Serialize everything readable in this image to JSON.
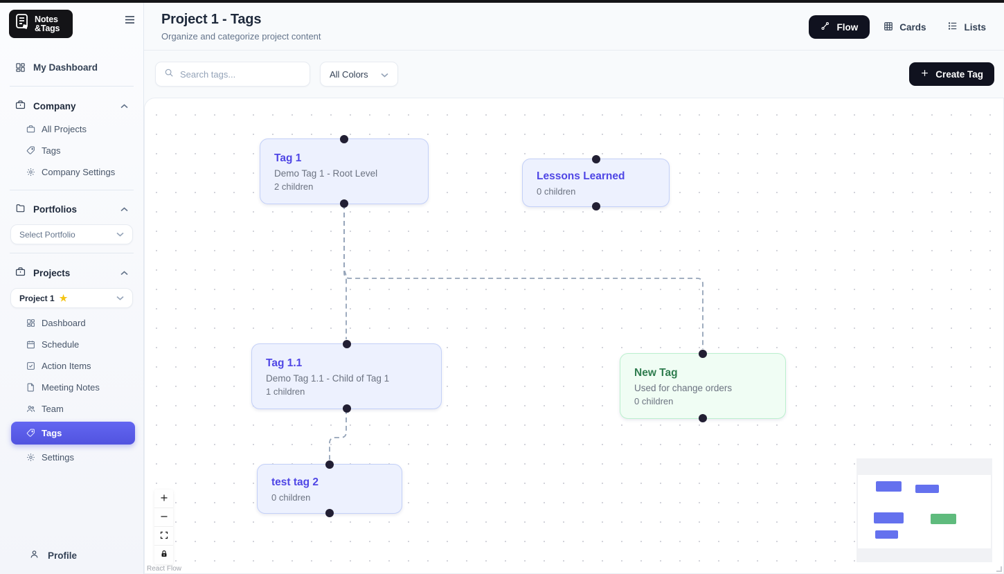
{
  "app": {
    "logo_line1": "Notes",
    "logo_line2": "&Tags"
  },
  "sidebar": {
    "dashboard_label": "My Dashboard",
    "company": {
      "label": "Company",
      "items": [
        "All Projects",
        "Tags",
        "Company Settings"
      ]
    },
    "portfolios": {
      "label": "Portfolios",
      "select_placeholder": "Select Portfolio"
    },
    "projects": {
      "label": "Projects",
      "selected_project": "Project 1",
      "items": [
        "Dashboard",
        "Schedule",
        "Action Items",
        "Meeting Notes",
        "Team",
        "Tags",
        "Settings"
      ],
      "active_item": "Tags"
    },
    "profile_label": "Profile"
  },
  "header": {
    "title": "Project 1 - Tags",
    "subtitle": "Organize and categorize project content",
    "views": [
      {
        "label": "Flow",
        "active": true
      },
      {
        "label": "Cards",
        "active": false
      },
      {
        "label": "Lists",
        "active": false
      }
    ]
  },
  "toolbar": {
    "search_placeholder": "Search tags...",
    "color_filter_value": "All Colors",
    "create_button_label": "Create Tag"
  },
  "canvas": {
    "nodes": [
      {
        "title": "Tag 1",
        "description": "Demo Tag 1 - Root Level",
        "children": "2 children",
        "color": "blue"
      },
      {
        "title": "Lessons Learned",
        "children": "0 children",
        "color": "blue"
      },
      {
        "title": "Tag 1.1",
        "description": "Demo Tag 1.1 - Child of Tag 1",
        "children": "1 children",
        "color": "blue"
      },
      {
        "title": "New Tag",
        "description": "Used for change orders",
        "children": "0 children",
        "color": "green"
      },
      {
        "title": "test tag 2",
        "children": "0 children",
        "color": "blue"
      }
    ],
    "edges": [
      {
        "from": "Tag 1",
        "to": "Tag 1.1"
      },
      {
        "from": "Tag 1",
        "to": "New Tag"
      },
      {
        "from": "Tag 1.1",
        "to": "test tag 2"
      }
    ],
    "controls": [
      "zoom-in",
      "zoom-out",
      "fit-view",
      "lock"
    ],
    "attribution": "React Flow"
  },
  "colors": {
    "accent_indigo": "#6366f1",
    "dark_button": "#10121f",
    "node_blue_bg": "#edf1fe",
    "node_blue_border": "#c3d0f8",
    "node_blue_title": "#4f46e5",
    "node_green_bg": "#f0fdf4",
    "node_green_border": "#bbf0ce",
    "node_green_title": "#2f7d4f",
    "edge": "#94a3b8",
    "star_yellow": "#f4c414",
    "minimap_green": "#5fbb7d"
  }
}
